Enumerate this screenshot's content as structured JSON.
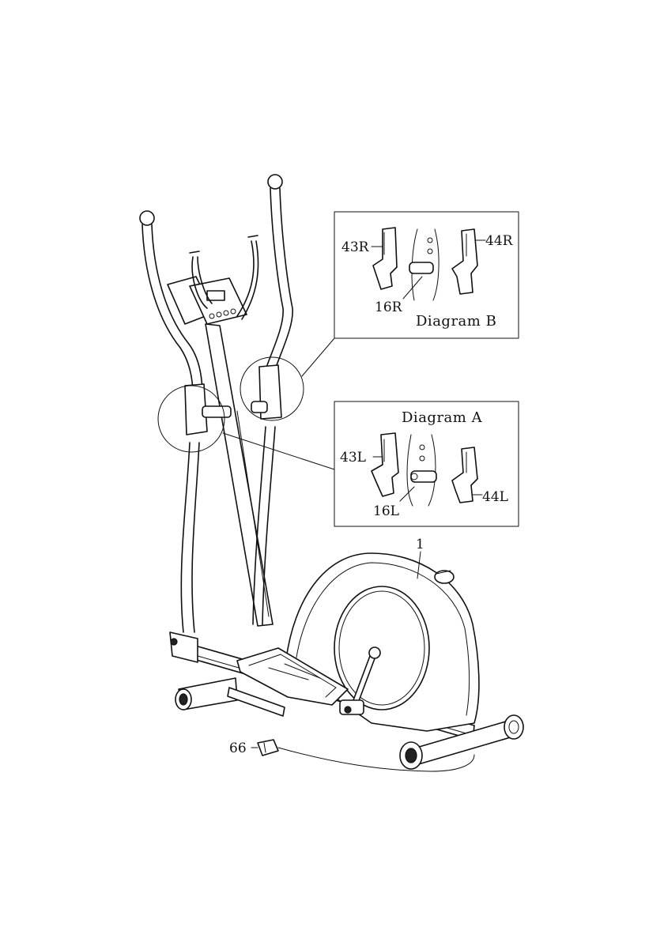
{
  "diagram_b": {
    "title": "Diagram B",
    "labels": {
      "part_43r": "43R",
      "part_44r": "44R",
      "part_16r": "16R"
    }
  },
  "diagram_a": {
    "title": "Diagram A",
    "labels": {
      "part_43l": "43L",
      "part_44l": "44L",
      "part_16l": "16L"
    }
  },
  "main_labels": {
    "part_1": "1",
    "part_66": "66"
  }
}
